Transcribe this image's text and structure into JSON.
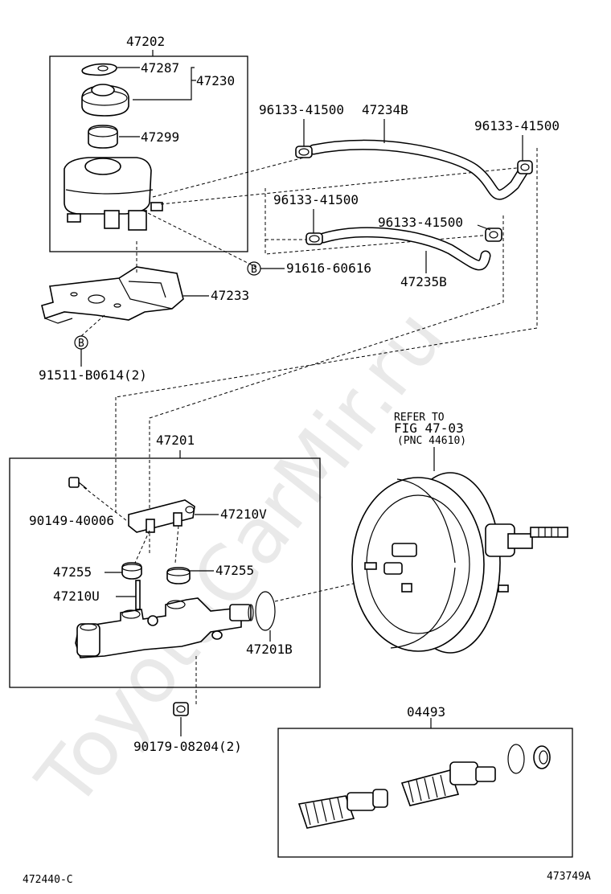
{
  "watermark": "ToyotaCarMir.ru",
  "diagram_code": "472440-C",
  "figure_number": "473749A",
  "refer_note": {
    "line1": "REFER TO",
    "line2": "FIG 47-03",
    "line3": "(PNC 44610)"
  },
  "callouts": {
    "p47202": "47202",
    "p47287": "47287",
    "p47230": "47230",
    "p47299": "47299",
    "clamp_a": "96133-41500",
    "p47234b": "47234B",
    "clamp_b": "96133-41500",
    "clamp_c": "96133-41500",
    "clamp_d": "96133-41500",
    "p47235b": "47235B",
    "bolt_91616": "91616-60616",
    "marker_b_upper": "B",
    "p47233": "47233",
    "marker_b_lower": "B",
    "bolt_91511": "91511-B0614(2)",
    "p47201": "47201",
    "screw_90149": "90149-40006",
    "p47210v": "47210V",
    "grommet_left": "47255",
    "grommet_right": "47255",
    "p47210u": "47210U",
    "p47201b": "47201B",
    "nut_90179": "90179-08204(2)",
    "kit_04493": "04493"
  }
}
